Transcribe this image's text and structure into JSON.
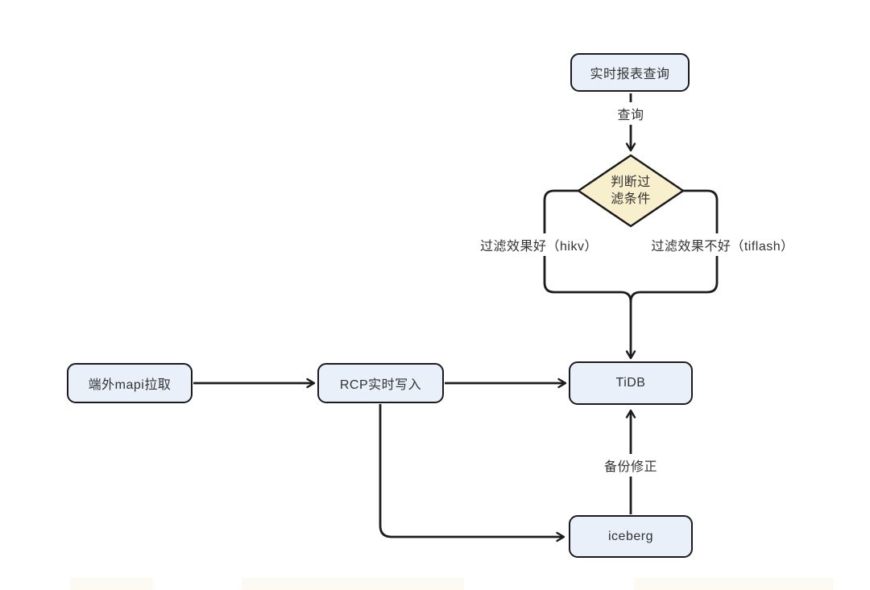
{
  "diagram": {
    "title": "realtime-report-data-flow",
    "colors": {
      "background": "#ffffff",
      "node_fill": "#eaf0fa",
      "decision_fill": "#f8efcd",
      "border": "#1b1b1b",
      "line": "#1c1c1c",
      "text": "#333333"
    },
    "nodes": {
      "report_query": {
        "label": "实时报表查询",
        "shape": "rounded-rect"
      },
      "decision": {
        "label": "判断过滤条件",
        "line1": "判断过",
        "line2": "滤条件",
        "shape": "diamond"
      },
      "tidb": {
        "label": "TiDB",
        "shape": "rounded-rect"
      },
      "mapi_pull": {
        "label": "端外mapi拉取",
        "shape": "rounded-rect"
      },
      "rcp_write": {
        "label": "RCP实时写入",
        "shape": "rounded-rect"
      },
      "iceberg": {
        "label": "iceberg",
        "shape": "rounded-rect"
      }
    },
    "edge_labels": {
      "query": "查询",
      "filter_good": "过滤效果好（hikv）",
      "filter_bad": "过滤效果不好（tiflash）",
      "backup_fix": "备份修正"
    },
    "edges": [
      {
        "from": "report_query",
        "to": "decision",
        "label": "查询"
      },
      {
        "from": "decision",
        "to": "tidb",
        "label": "过滤效果好（hikv）"
      },
      {
        "from": "decision",
        "to": "tidb",
        "label": "过滤效果不好（tiflash）"
      },
      {
        "from": "mapi_pull",
        "to": "rcp_write",
        "label": ""
      },
      {
        "from": "rcp_write",
        "to": "tidb",
        "label": ""
      },
      {
        "from": "rcp_write",
        "to": "iceberg",
        "label": ""
      },
      {
        "from": "iceberg",
        "to": "tidb",
        "label": "备份修正"
      }
    ]
  }
}
